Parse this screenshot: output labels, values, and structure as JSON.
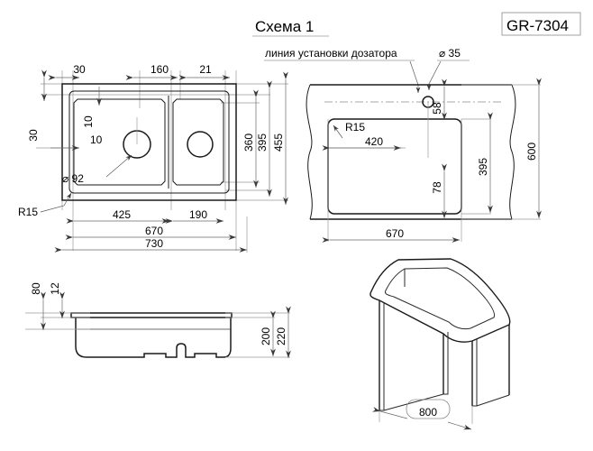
{
  "sheet": {
    "title": "Схема 1",
    "code": "GR-7304",
    "note_dispenser": "линия установки дозатора",
    "note_hole": "⌀ 35"
  },
  "views": {
    "plan": {
      "name": "plan-view-top-left",
      "dims": {
        "top_30": "30",
        "top_160": "160",
        "top_21": "21",
        "left_30": "30",
        "inner_10_v": "10",
        "inner_10_h": "10",
        "drain_dia": "⌀ 92",
        "radius": "R15",
        "right_360": "360",
        "right_395": "395",
        "right_455": "455",
        "bottom_425": "425",
        "bottom_190": "190",
        "bottom_670": "670",
        "bottom_730": "730"
      }
    },
    "cutout": {
      "name": "cutout-view-top-right",
      "dims": {
        "radius": "R15",
        "w_420": "420",
        "top_58": "58",
        "bottom_78": "78",
        "right_395": "395",
        "right_600": "600",
        "bottom_670": "670"
      }
    },
    "section": {
      "name": "section-view-bottom-left",
      "dims": {
        "left_80": "80",
        "left_12": "12",
        "right_200": "200",
        "right_220": "220"
      }
    },
    "isometric": {
      "name": "isometric-view-bottom-right",
      "dims": {
        "cabinet_800": "800"
      }
    }
  },
  "colors": {
    "ink": "#1a1a1a",
    "dim": "#6a6a6a",
    "ext": "#9a9a9a",
    "paper": "#ffffff"
  }
}
